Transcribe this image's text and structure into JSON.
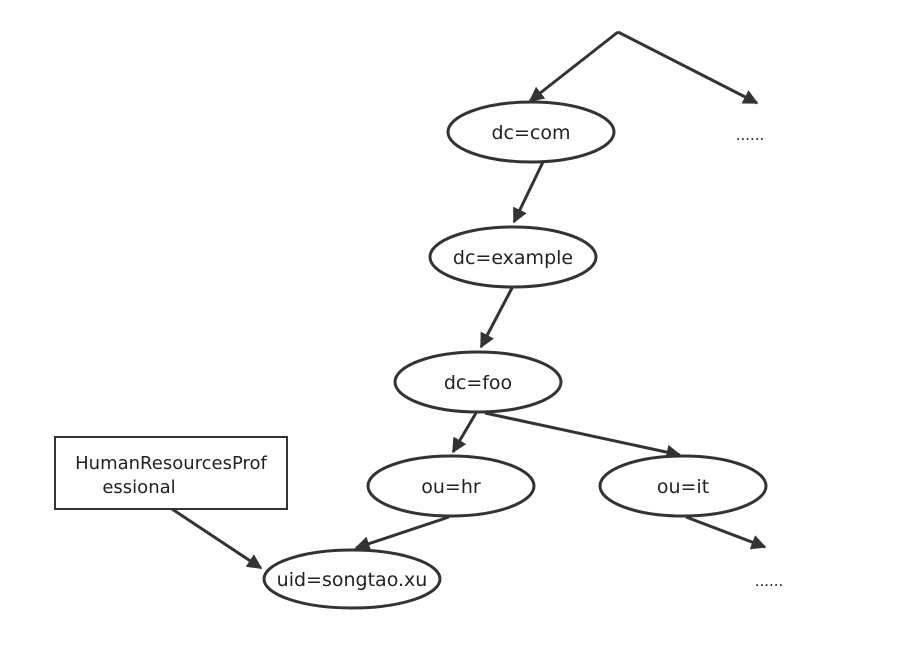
{
  "diagram": {
    "nodes": {
      "dc_com": "dc=com",
      "dc_example": "dc=example",
      "dc_foo": "dc=foo",
      "ou_hr": "ou=hr",
      "ou_it": "ou=it",
      "uid": "uid=songtao.xu"
    },
    "ellipsis_top": "......",
    "ellipsis_bottom": "......",
    "objectclass_box": {
      "line1": "HumanResourcesProf",
      "line2": "essional"
    }
  },
  "colors": {
    "stroke": "#333333",
    "text": "#222222",
    "background": "#ffffff"
  }
}
